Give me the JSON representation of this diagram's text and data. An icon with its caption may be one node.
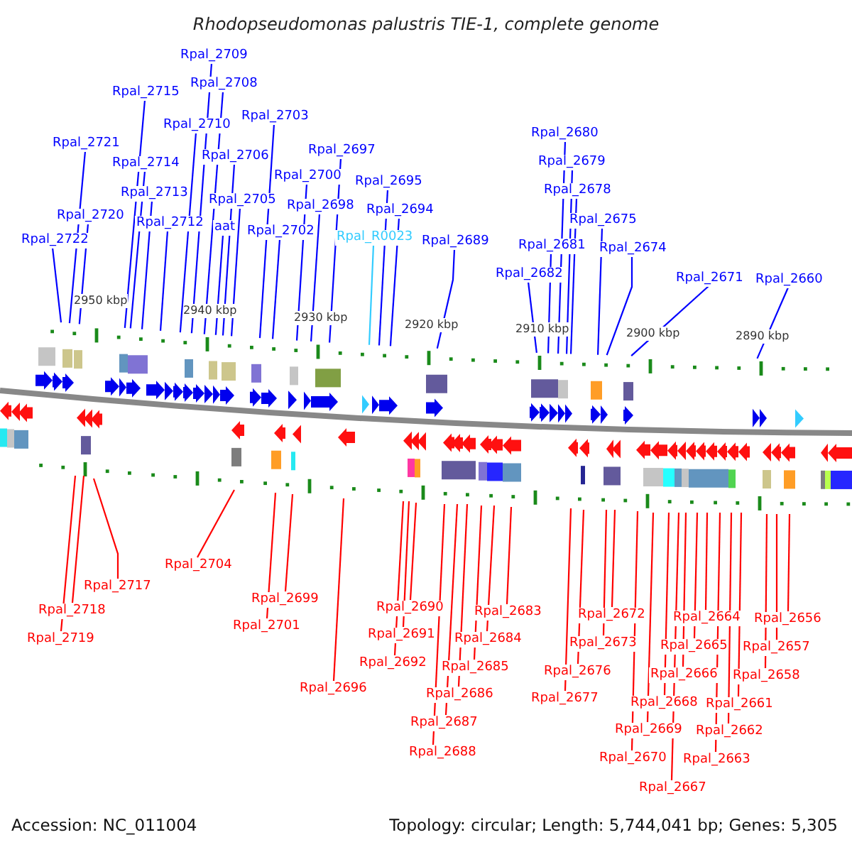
{
  "diagram": {
    "title": "Rhodopseudomonas palustris TIE-1, complete genome",
    "nodes": [
      {
        "text": [
          "Rpal_2709"
        ]
      },
      {
        "text": [
          "Rpal_2708"
        ]
      },
      {
        "text": [
          "Rpal_2715"
        ]
      },
      {
        "text": [
          "Rpal_2703"
        ]
      },
      {
        "text": [
          "Rpal_2710"
        ]
      },
      {
        "text": [
          "Rpal_2680"
        ]
      },
      {
        "text": [
          "Rpal_2721"
        ]
      },
      {
        "text": [
          "Rpal_2697"
        ]
      },
      {
        "text": [
          "Rpal_2706"
        ]
      },
      {
        "text": [
          "Rpal_2679"
        ]
      },
      {
        "text": [
          "Rpal_2714"
        ]
      },
      {
        "text": [
          "Rpal_2700"
        ]
      },
      {
        "text": [
          "Rpal_2695"
        ]
      },
      {
        "text": [
          "Rpal_2678"
        ]
      },
      {
        "text": [
          "Rpal_2713"
        ]
      },
      {
        "text": [
          "Rpal_2705"
        ]
      },
      {
        "text": [
          "Rpal_2698"
        ]
      },
      {
        "text": [
          "Rpal_2694"
        ]
      },
      {
        "text": [
          "Rpal_2720"
        ]
      },
      {
        "text": [
          "Rpal_2675"
        ]
      },
      {
        "text": [
          "Rpal_2712"
        ]
      },
      {
        "text": [
          "aat"
        ]
      },
      {
        "text": [
          "Rpal_2702"
        ]
      },
      {
        "text": [
          "Rpal_R0023"
        ]
      },
      {
        "text": [
          "Rpal_2722"
        ]
      },
      {
        "text": [
          "Rpal_2689"
        ]
      },
      {
        "text": [
          "Rpal_2681"
        ]
      },
      {
        "text": [
          "Rpal_2674"
        ]
      },
      {
        "text": [
          "Rpal_2682"
        ]
      },
      {
        "text": [
          "Rpal_2671"
        ]
      },
      {
        "text": [
          "Rpal_2660"
        ]
      },
      {
        "text": [
          "Rpal_2704"
        ]
      },
      {
        "text": [
          "Rpal_2717"
        ]
      },
      {
        "text": [
          "Rpal_2699"
        ]
      },
      {
        "text": [
          "Rpal_2690"
        ]
      },
      {
        "text": [
          "Rpal_2718"
        ]
      },
      {
        "text": [
          "Rpal_2683"
        ]
      },
      {
        "text": [
          "Rpal_2672"
        ]
      },
      {
        "text": [
          "Rpal_2664"
        ]
      },
      {
        "text": [
          "Rpal_2656"
        ]
      },
      {
        "text": [
          "Rpal_2701"
        ]
      },
      {
        "text": [
          "Rpal_2691"
        ]
      },
      {
        "text": [
          "Rpal_2684"
        ]
      },
      {
        "text": [
          "Rpal_2719"
        ]
      },
      {
        "text": [
          "Rpal_2673"
        ]
      },
      {
        "text": [
          "Rpal_2665"
        ]
      },
      {
        "text": [
          "Rpal_2657"
        ]
      },
      {
        "text": [
          "Rpal_2692"
        ]
      },
      {
        "text": [
          "Rpal_2685"
        ]
      },
      {
        "text": [
          "Rpal_2676"
        ]
      },
      {
        "text": [
          "Rpal_2666"
        ]
      },
      {
        "text": [
          "Rpal_2658"
        ]
      },
      {
        "text": [
          "Rpal_2696"
        ]
      },
      {
        "text": [
          "Rpal_2686"
        ]
      },
      {
        "text": [
          "Rpal_2677"
        ]
      },
      {
        "text": [
          "Rpal_2668"
        ]
      },
      {
        "text": [
          "Rpal_2661"
        ]
      },
      {
        "text": [
          "Rpal_2687"
        ]
      },
      {
        "text": [
          "Rpal_2669"
        ]
      },
      {
        "text": [
          "Rpal_2662"
        ]
      },
      {
        "text": [
          "Rpal_2688"
        ]
      },
      {
        "text": [
          "Rpal_2670"
        ]
      },
      {
        "text": [
          "Rpal_2663"
        ]
      },
      {
        "text": [
          "Rpal_2667"
        ]
      }
    ],
    "edges": [
      {
        "from": 0,
        "to": null,
        "arrow": "none",
        "color": "#0000ff"
      },
      {
        "from": 1,
        "to": null,
        "arrow": "none",
        "color": "#0000ff"
      },
      {
        "from": 2,
        "to": null,
        "arrow": "none",
        "color": "#0000ff"
      },
      {
        "from": 3,
        "to": null,
        "arrow": "none",
        "color": "#0000ff"
      },
      {
        "from": 4,
        "to": null,
        "arrow": "none",
        "color": "#0000ff"
      },
      {
        "from": 5,
        "to": null,
        "arrow": "none",
        "color": "#0000ff"
      },
      {
        "from": 6,
        "to": null,
        "arrow": "none",
        "color": "#0000ff"
      },
      {
        "from": 7,
        "to": null,
        "arrow": "none",
        "color": "#0000ff"
      },
      {
        "from": 8,
        "to": null,
        "arrow": "none",
        "color": "#0000ff"
      },
      {
        "from": 9,
        "to": null,
        "arrow": "none",
        "color": "#0000ff"
      },
      {
        "from": 10,
        "to": null,
        "arrow": "none",
        "color": "#0000ff"
      },
      {
        "from": 11,
        "to": null,
        "arrow": "none",
        "color": "#0000ff"
      },
      {
        "from": 12,
        "to": null,
        "arrow": "none",
        "color": "#0000ff"
      },
      {
        "from": 13,
        "to": null,
        "arrow": "none",
        "color": "#0000ff"
      },
      {
        "from": 14,
        "to": null,
        "arrow": "none",
        "color": "#0000ff"
      },
      {
        "from": 15,
        "to": null,
        "arrow": "none",
        "color": "#0000ff"
      },
      {
        "from": 16,
        "to": null,
        "arrow": "none",
        "color": "#0000ff"
      },
      {
        "from": 17,
        "to": null,
        "arrow": "none",
        "color": "#0000ff"
      },
      {
        "from": 18,
        "to": null,
        "arrow": "none",
        "color": "#0000ff"
      },
      {
        "from": 19,
        "to": null,
        "arrow": "none",
        "color": "#0000ff"
      },
      {
        "from": 20,
        "to": null,
        "arrow": "none",
        "color": "#0000ff"
      },
      {
        "from": 21,
        "to": null,
        "arrow": "none",
        "color": "#0000ff"
      },
      {
        "from": 22,
        "to": null,
        "arrow": "none",
        "color": "#0000ff"
      },
      {
        "from": 23,
        "to": null,
        "arrow": "none",
        "color": "#33ccff"
      },
      {
        "from": 24,
        "to": null,
        "arrow": "none",
        "color": "#0000ff"
      },
      {
        "from": 25,
        "to": null,
        "arrow": "none",
        "color": "#0000ff"
      },
      {
        "from": 26,
        "to": null,
        "arrow": "none",
        "color": "#0000ff"
      },
      {
        "from": 27,
        "to": null,
        "arrow": "none",
        "color": "#0000ff"
      },
      {
        "from": 28,
        "to": null,
        "arrow": "none",
        "color": "#0000ff"
      },
      {
        "from": 29,
        "to": null,
        "arrow": "none",
        "color": "#0000ff"
      },
      {
        "from": 30,
        "to": null,
        "arrow": "none",
        "color": "#0000ff"
      },
      {
        "from": 31,
        "to": null,
        "arrow": "none"
      },
      {
        "from": 32,
        "to": null,
        "arrow": "none"
      },
      {
        "from": 33,
        "to": null,
        "arrow": "none"
      },
      {
        "from": 34,
        "to": null,
        "arrow": "none"
      },
      {
        "from": 35,
        "to": null,
        "arrow": "none"
      },
      {
        "from": 36,
        "to": null,
        "arrow": "none"
      },
      {
        "from": 37,
        "to": null,
        "arrow": "none"
      },
      {
        "from": 38,
        "to": null,
        "arrow": "none"
      },
      {
        "from": 39,
        "to": null,
        "arrow": "none"
      },
      {
        "from": 40,
        "to": null,
        "arrow": "none"
      },
      {
        "from": 41,
        "to": null,
        "arrow": "none"
      },
      {
        "from": 42,
        "to": null,
        "arrow": "none"
      },
      {
        "from": 43,
        "to": null,
        "arrow": "none"
      },
      {
        "from": 44,
        "to": null,
        "arrow": "none"
      },
      {
        "from": 45,
        "to": null,
        "arrow": "none"
      },
      {
        "from": 46,
        "to": null,
        "arrow": "none"
      },
      {
        "from": 47,
        "to": null,
        "arrow": "none"
      },
      {
        "from": 48,
        "to": null,
        "arrow": "none"
      },
      {
        "from": 49,
        "to": null,
        "arrow": "none"
      },
      {
        "from": 50,
        "to": null,
        "arrow": "none"
      },
      {
        "from": 51,
        "to": null,
        "arrow": "none"
      },
      {
        "from": 52,
        "to": null,
        "arrow": "none"
      },
      {
        "from": 53,
        "to": null,
        "arrow": "none"
      },
      {
        "from": 54,
        "to": null,
        "arrow": "none"
      },
      {
        "from": 55,
        "to": null,
        "arrow": "none"
      },
      {
        "from": 56,
        "to": null,
        "arrow": "none"
      },
      {
        "from": 57,
        "to": null,
        "arrow": "none"
      },
      {
        "from": 58,
        "to": null,
        "arrow": "none"
      },
      {
        "from": 59,
        "to": null,
        "arrow": "none"
      },
      {
        "from": 60,
        "to": null,
        "arrow": "none"
      },
      {
        "from": 61,
        "to": null,
        "arrow": "none"
      },
      {
        "from": 62,
        "to": null,
        "arrow": "none"
      },
      {
        "from": 63,
        "to": null,
        "arrow": "none"
      }
    ],
    "labels": [
      "2950 kbp",
      "2940 kbp",
      "2930 kbp",
      "2920 kbp",
      "2910 kbp",
      "2900 kbp",
      "2890 kbp",
      "Accession: NC_011004",
      "Topology: circular; Length: 5,744,041 bp; Genes: 5,305"
    ]
  }
}
